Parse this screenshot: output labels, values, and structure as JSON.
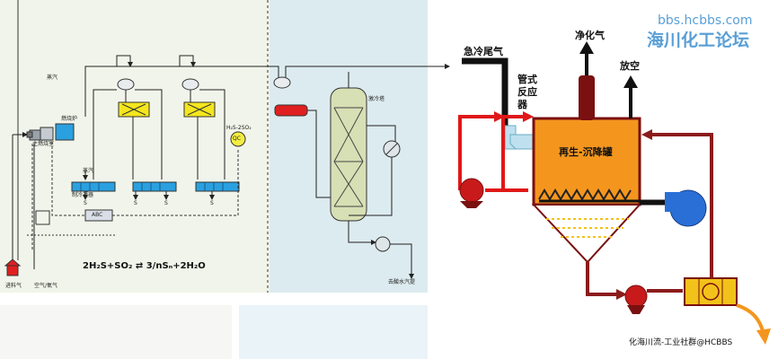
{
  "colors": {
    "process_line": "#8b1c1c",
    "hot_line": "#e01818",
    "vessel_fill": "#f4961e",
    "vessel_top": "#7a1010",
    "pump": "#c81a1a",
    "blower": "#2a6fd6",
    "filter": "#f2c21a",
    "bed_fill": "#cfdcb4",
    "watermark": "#5a9fd6"
  },
  "left": {
    "steam_top": "蒸汽",
    "heater": "燃烧炉",
    "main_burner": "主燃烧室",
    "steam_mid": "蒸汽",
    "cooler": "制冷凝器",
    "s1": "S",
    "s2": "S",
    "s3": "S",
    "s4": "S",
    "abc": "ABC",
    "h2s_ratio": "H₂S-2SO₂",
    "qc": "QC",
    "feed": "进料气",
    "air": "空气/氧气",
    "reaction": "2H₂S+SO₂ ⇄ 3/nSₙ+2H₂O"
  },
  "middle": {
    "quench_tower": "激冷塔",
    "to_sour_water": "去酸水汽提"
  },
  "right": {
    "watermark_url": "bbs.hcbbs.com",
    "watermark_name": "海川化工论坛",
    "quench_tail_gas": "急冷尾气",
    "pipe_reactor": "管式\n反应\n器",
    "purified_gas": "净化气",
    "vent": "放空",
    "vessel": "再生-沉降罐",
    "footer": "化海川流-工业社群@HCBBS"
  }
}
